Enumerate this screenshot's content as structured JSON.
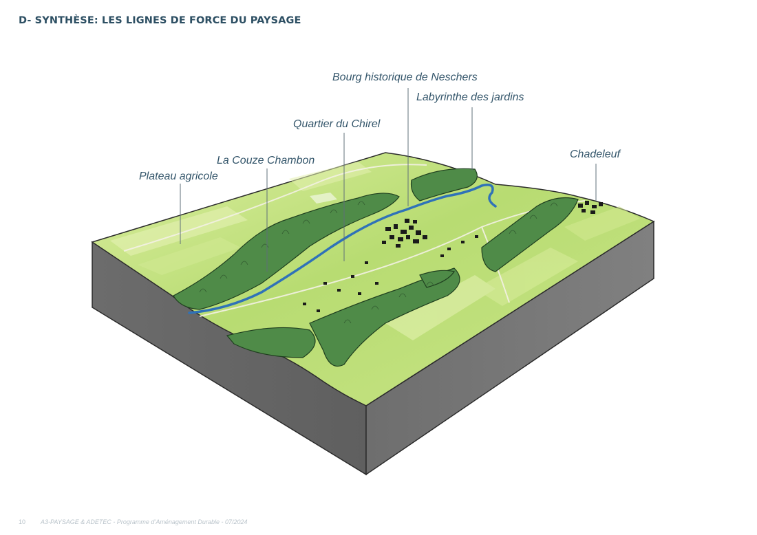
{
  "header": {
    "title": "D- SYNTHÈSE: LES LIGNES DE FORCE DU PAYSAGE"
  },
  "callouts": [
    {
      "label": "Bourg historique de Neschers"
    },
    {
      "label": "Labyrinthe des jardins"
    },
    {
      "label": "Quartier du Chirel"
    },
    {
      "label": "La Couze Chambon"
    },
    {
      "label": "Plateau agricole"
    },
    {
      "label": "Chadeleuf"
    }
  ],
  "colors": {
    "terrain_light": "#cde58a",
    "terrain_mid": "#a9d462",
    "forest": "#4f8b48",
    "forest_dark": "#2f5d30",
    "river": "#2f72b8",
    "block_side_left": "#6a6a6a",
    "block_side_right": "#7b7b7b",
    "text_accent": "#2d4f63"
  },
  "footer": {
    "page": "10",
    "credit": "A3-PAYSAGE & ADETEC - Programme d’Aménagement Durable - 07/2024"
  }
}
